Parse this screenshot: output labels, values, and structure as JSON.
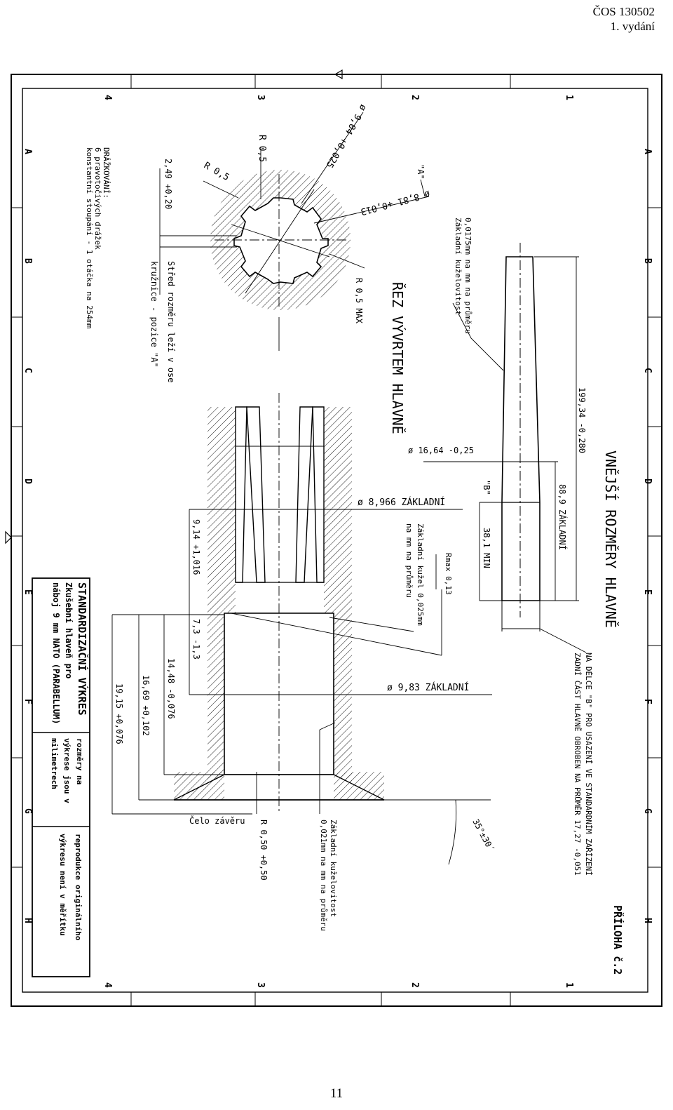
{
  "header": {
    "doc_code": "ČOS 130502",
    "edition": "1. vydání"
  },
  "page_number": "11",
  "frame": {
    "top_numbers": [
      "1",
      "2",
      "3",
      "4"
    ],
    "side_letters": [
      "A",
      "B",
      "C",
      "D",
      "E",
      "F",
      "G",
      "H"
    ]
  },
  "annex": "PŘÍLOHA č.2",
  "sections": {
    "outer_title": "VNĚJŠÍ ROZMĚRY HLAVNĚ",
    "bore_title": "ŘEZ VÝVRTEM HLAVNĚ"
  },
  "dimensions": {
    "total_length": "199,34 -0,280",
    "outer_dia": "ø 16,64 -0,25",
    "base_len": "88,9 ZÁKLADNÍ",
    "b_label": "\"B\"",
    "min_len": "38,1 MIN",
    "bore_dia": "ø 8,966 ZÁKLADNÍ",
    "chamber_dia": "ø 9,83 ZÁKLADNÍ",
    "d1": "9,14 +1,016",
    "d2": "7,3 -1,3",
    "d3": "14,48 -0,076",
    "d4": "16,69 +0,102",
    "d5": "19,15 +0,076",
    "groove_dia": "ø 9,04 +0,025",
    "land_dia": "ø 8,81 +0,013",
    "r1": "R 0,5",
    "r2": "R 0,5",
    "r_max": "R 0,5 MAX",
    "offset": "2,49 +0,20",
    "angle": "35°±30´",
    "rmax": "Rmax 0,13",
    "r_face": "R 0,50 +0,50",
    "a_label": "\"A\""
  },
  "notes": {
    "taper1_a": "Základní kuželovitost",
    "taper1_b": "0,0175mm na mm na průměru",
    "cone_a": "Základní kužel 0,025mm",
    "cone_b": "na mm na průměru",
    "taper2_a": "Základní kuželovitost",
    "taper2_b": "0,021mm na mm na průměru",
    "rear_a": "ZADNÍ ČÁST HLAVNĚ OBROBEN NA PRŮMĚR 17,27 -0,051",
    "rear_b": "NA DÉLCE \"B\" PRO USAZENÍ VE STANDARDNÍM ZAŘÍZENÍ",
    "center_a": "Střed rozměru leží v ose",
    "center_b": "kružnice - pozice \"A\"",
    "groove_a": "DRÁŽKOVÁNÍ:",
    "groove_b": "6 pravotočivých drážek",
    "groove_c": "konstantní stoupání - 1 otáčka na 254mm",
    "breech_face": "Čelo závěru"
  },
  "title_block": {
    "title": "STANDARDIZAČNÍ VÝKRES",
    "subtitle1": "Zkušební hlaveň pro",
    "subtitle2": "náboj 9 mm NATO (PARABELLUM)",
    "units1": "rozměry na",
    "units2": "výkrese jsou v",
    "units3": "milimetrech",
    "repro1": "reprodukce originálního",
    "repro2": "výkresu není v měřítku"
  }
}
